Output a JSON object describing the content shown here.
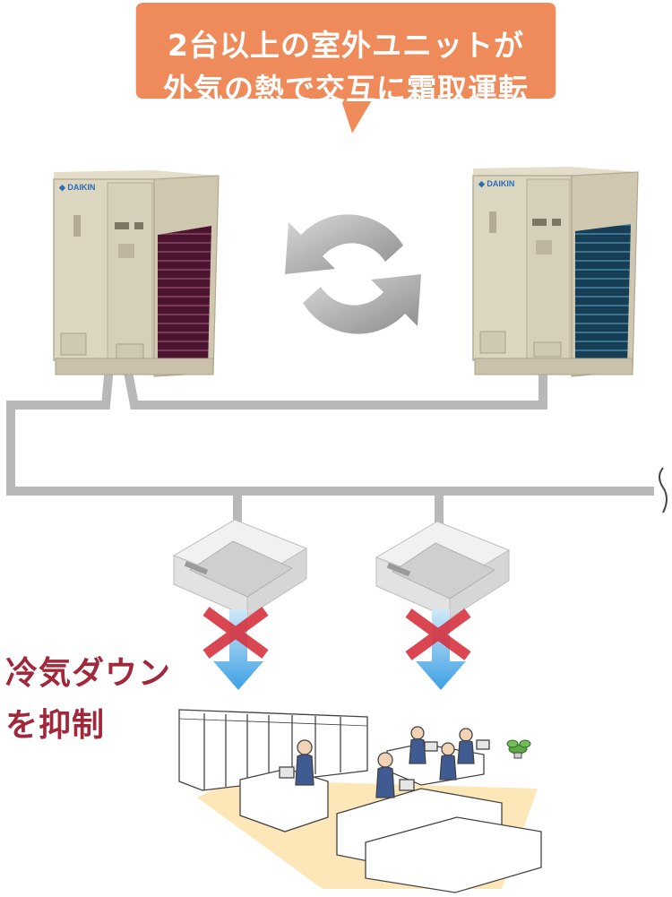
{
  "callout": {
    "line1": "2台以上の室外ユニットが",
    "line2": "外気の熱で交互に霜取運転",
    "color": "#ef8a5a"
  },
  "units": {
    "left_coil_color": "#5a1a3c",
    "right_coil_color": "#1e4e66",
    "brand_color": "#2a6db5"
  },
  "icons": [
    "rotation-arrows-icon",
    "cross-mark-icon",
    "down-arrow-icon",
    "break-mark-icon",
    "plant-icon"
  ],
  "side_label": {
    "line1": "冷気ダウン",
    "line2": "を抑制"
  }
}
